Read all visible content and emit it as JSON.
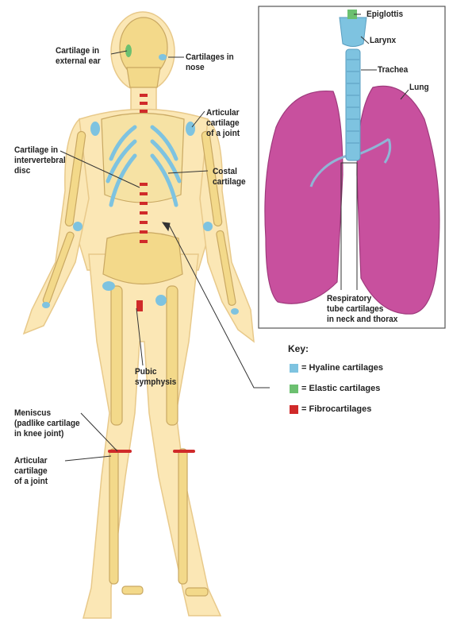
{
  "labels": {
    "external_ear": "Cartilage in\nexternal ear",
    "nose": "Cartilages in\nnose",
    "articular_top": "Articular\ncartilage\nof a joint",
    "intervertebral": "Cartilage in\nintervertebral\ndisc",
    "costal": "Costal\ncartilage",
    "epiglottis": "Epiglottis",
    "larynx": "Larynx",
    "trachea": "Trachea",
    "lung": "Lung",
    "respiratory": "Respiratory\ntube cartilages\nin neck and thorax",
    "pubic": "Pubic\nsymphysis",
    "meniscus": "Meniscus\n(padlike cartilage\nin knee joint)",
    "articular_knee": "Articular\ncartilage\nof a joint"
  },
  "key": {
    "title": "Key:",
    "items": [
      {
        "label": "= Hyaline cartilages",
        "color": "#7ec3e0"
      },
      {
        "label": "= Elastic cartilages",
        "color": "#6cc070"
      },
      {
        "label": "= Fibrocartilages",
        "color": "#d02a2a"
      }
    ]
  },
  "colors": {
    "body": "#fbe7b5",
    "bone": "#f3d98a",
    "lung": "#c8509e",
    "hyaline": "#7ec3e0",
    "elastic": "#6cc070",
    "fibro": "#d02a2a"
  }
}
